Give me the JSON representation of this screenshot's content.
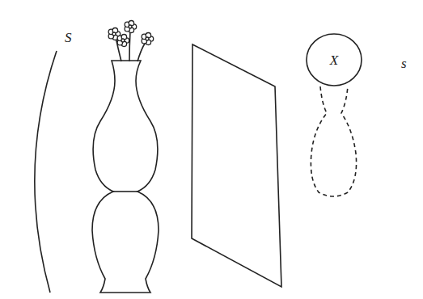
{
  "diagram": {
    "nodes": [
      {
        "text": [
          "X"
        ]
      }
    ],
    "labels": [
      "S",
      "s"
    ]
  }
}
